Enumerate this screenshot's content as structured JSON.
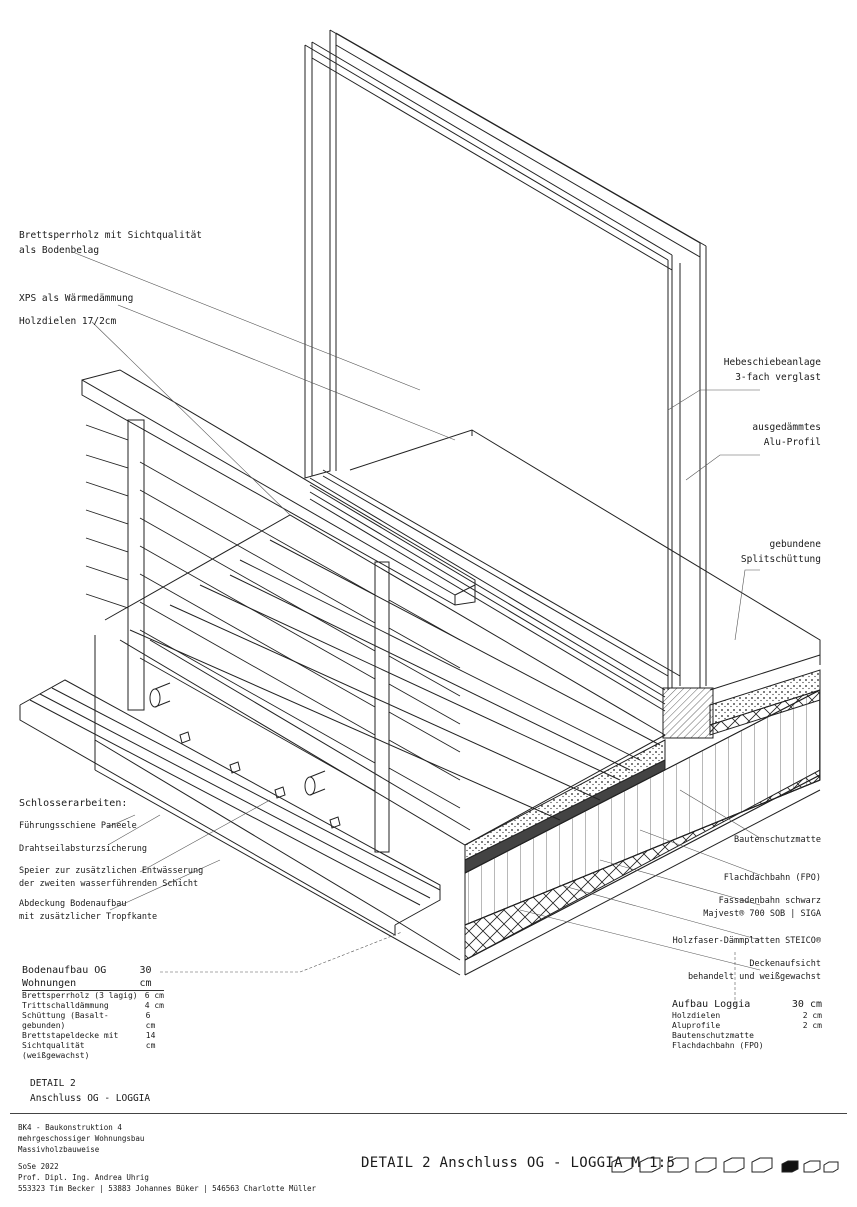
{
  "labels_left": {
    "brettsperrholz_1": "Brettsperrholz mit Sichtqualität",
    "brettsperrholz_2": "als Bodenbelag",
    "xps": "XPS als Wärmedämmung",
    "holzdielen": "Holzdielen 17/2cm",
    "schlosser_title": "Schlosserarbeiten:",
    "fuehrung": "Führungsschiene Paneele",
    "drahtseil": "Drahtseilabsturzsicherung",
    "speier_1": "Speier zur zusätzlichen Entwässerung",
    "speier_2": "der zweiten wasserführenden Schicht",
    "abdeckung_1": "Abdeckung Bodenaufbau",
    "abdeckung_2": "mit zusätzlicher Tropfkante"
  },
  "labels_right": {
    "hebe_1": "Hebeschiebeanlage",
    "hebe_2": "3-fach verglast",
    "alu_1": "ausgedämmtes",
    "alu_2": "Alu-Profil",
    "split_1": "gebundene",
    "split_2": "Splitschüttung",
    "bautenschutz": "Bautenschutzmatte",
    "flachdach": "Flachdachbahn (FPO)",
    "fassade_1": "Fassadenbahn schwarz",
    "fassade_2": "Majvest® 700 SOB | SIGA",
    "holzfaser": "Holzfaser-Dämmplatten STEICO®",
    "decke_1": "Deckenaufsicht",
    "decke_2": "behandelt und weißgewachst"
  },
  "bodenaufbau": {
    "title": "Bodenaufbau OG Wohnungen",
    "total": "30 cm",
    "rows": [
      {
        "name": "Brettsperrholz (3 lagig)",
        "value": "6 cm"
      },
      {
        "name": "Trittschalldämmung",
        "value": "4 cm"
      },
      {
        "name": "Schüttung (Basalt-gebunden)",
        "value": "6 cm"
      },
      {
        "name": "Brettstapeldecke mit Sichtqualität",
        "value": "14 cm"
      },
      {
        "name": "(weißgewachst)",
        "value": ""
      }
    ]
  },
  "aufbau_loggia": {
    "title": "Aufbau Loggia",
    "total": "30 cm",
    "rows": [
      {
        "name": "Holzdielen",
        "value": "2 cm"
      },
      {
        "name": "Aluprofile",
        "value": "2 cm"
      },
      {
        "name": "Bautenschutzmatte",
        "value": ""
      },
      {
        "name": "Flachdachbahn (FPO)",
        "value": ""
      }
    ]
  },
  "detail": {
    "line1": "DETAIL 2",
    "line2": "Anschluss OG - LOGGIA"
  },
  "title_block": {
    "course_1": "BK4 - Baukonstruktion 4",
    "course_2": "mehrgeschossiger Wohnungsbau",
    "course_3": "Massivholzbauweise",
    "semester": "SoSe 2022",
    "prof": "Prof. Dipl. Ing. Andrea Uhrig",
    "students": "553323 Tim Becker | 53883 Johannes Büker | 546563 Charlotte Müller",
    "main_title": "DETAIL 2 Anschluss OG - LOGGIA M 1:5"
  }
}
